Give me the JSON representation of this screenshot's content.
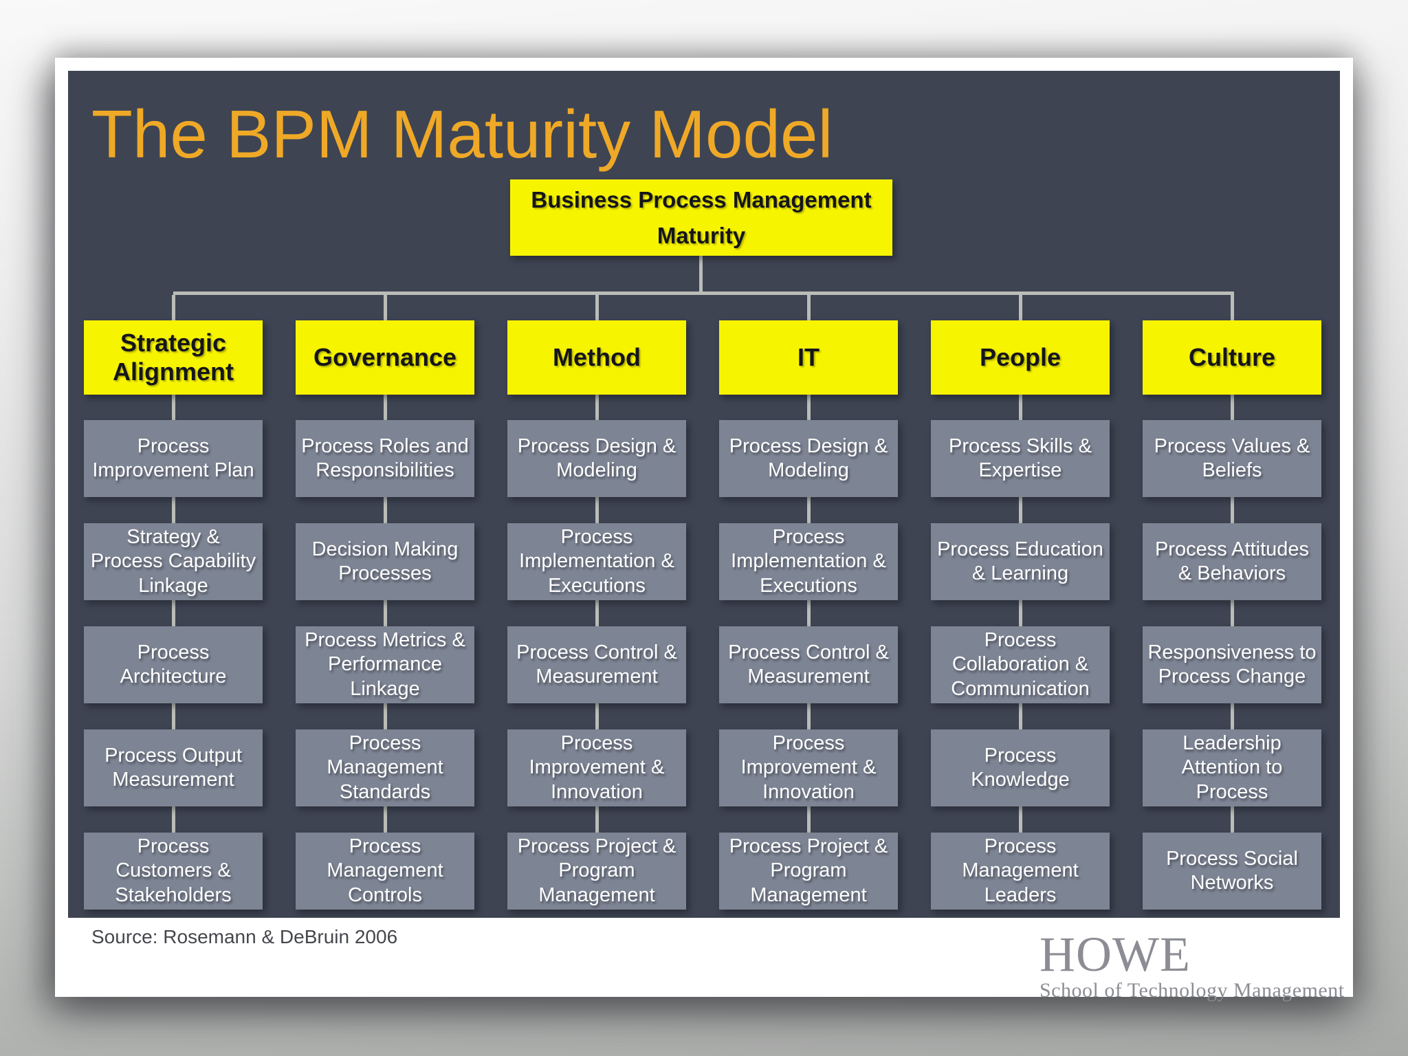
{
  "slide": {
    "title": "The BPM Maturity Model",
    "root": {
      "label": "Business Process Management Maturity"
    },
    "columns": [
      {
        "header": "Strategic Alignment",
        "items": [
          "Process Improvement Plan",
          "Strategy & Process Capability Linkage",
          "Process Architecture",
          "Process Output Measurement",
          "Process Customers & Stakeholders"
        ]
      },
      {
        "header": "Governance",
        "items": [
          "Process Roles and Responsibilities",
          "Decision Making Processes",
          "Process Metrics & Performance Linkage",
          "Process Management Standards",
          "Process Management Controls"
        ]
      },
      {
        "header": "Method",
        "items": [
          "Process Design & Modeling",
          "Process Implementation & Executions",
          "Process Control & Measurement",
          "Process Improvement & Innovation",
          "Process Project & Program Management"
        ]
      },
      {
        "header": "IT",
        "items": [
          "Process Design & Modeling",
          "Process Implementation & Executions",
          "Process Control & Measurement",
          "Process Improvement & Innovation",
          "Process Project & Program Management"
        ]
      },
      {
        "header": "People",
        "items": [
          "Process Skills & Expertise",
          "Process Education & Learning",
          "Process Collaboration & Communication",
          "Process Knowledge",
          "Process Management Leaders"
        ]
      },
      {
        "header": "Culture",
        "items": [
          "Process Values & Beliefs",
          "Process Attitudes & Behaviors",
          "Responsiveness to Process Change",
          "Leadership Attention to Process",
          "Process Social Networks"
        ]
      }
    ],
    "source": "Source: Rosemann & DeBruin 2006",
    "logo": {
      "name": "HOWE",
      "subtitle": "School of Technology Management"
    },
    "colors": {
      "title_orange": "#EFA927",
      "accent_yellow": "#F7F400",
      "panel_dark": "#3E4452",
      "node_gray": "#7D8493",
      "connector_gray": "#BABDB8",
      "card_white": "#FFFFFF",
      "logo_gray": "#8C8D94"
    }
  }
}
